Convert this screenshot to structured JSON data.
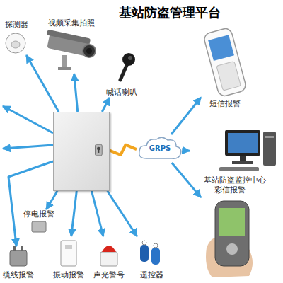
{
  "diagram": {
    "title": "基站防盗管理平台",
    "nodes": [
      {
        "text": [
          "探测器"
        ]
      },
      {
        "text": [
          "视频采集拍照"
        ]
      },
      {
        "text": [
          "喊话喇叭"
        ]
      },
      {
        "text": [
          "短信报警"
        ]
      },
      {
        "text": []
      },
      {
        "text": [
          "GRPS"
        ]
      },
      {
        "text": [
          "基站防盗监控中心"
        ]
      },
      {
        "text": [
          "停电报警"
        ]
      },
      {
        "text": [
          "彩信报警"
        ]
      },
      {
        "text": [
          "缆线报警"
        ]
      },
      {
        "text": [
          "振动报警"
        ]
      },
      {
        "text": [
          "声光警号"
        ]
      },
      {
        "text": [
          "遥控器"
        ]
      }
    ],
    "edges": [
      {
        "from": 4,
        "to": 0,
        "arrow": "to"
      },
      {
        "from": 4,
        "to": 1,
        "arrow": "to"
      },
      {
        "from": 4,
        "to": 2,
        "arrow": "to"
      },
      {
        "from": 4,
        "to": 7,
        "arrow": "to"
      },
      {
        "from": 4,
        "to": 9,
        "arrow": "to"
      },
      {
        "from": 4,
        "to": 10,
        "arrow": "to"
      },
      {
        "from": 4,
        "to": 11,
        "arrow": "to"
      },
      {
        "from": 4,
        "to": 12,
        "arrow": "to"
      },
      {
        "from": 4,
        "to": 5,
        "arrow": "none"
      },
      {
        "from": 5,
        "to": 3,
        "arrow": "to"
      },
      {
        "from": 5,
        "to": 6,
        "arrow": "to"
      },
      {
        "from": 5,
        "to": 8,
        "arrow": "to"
      }
    ]
  }
}
